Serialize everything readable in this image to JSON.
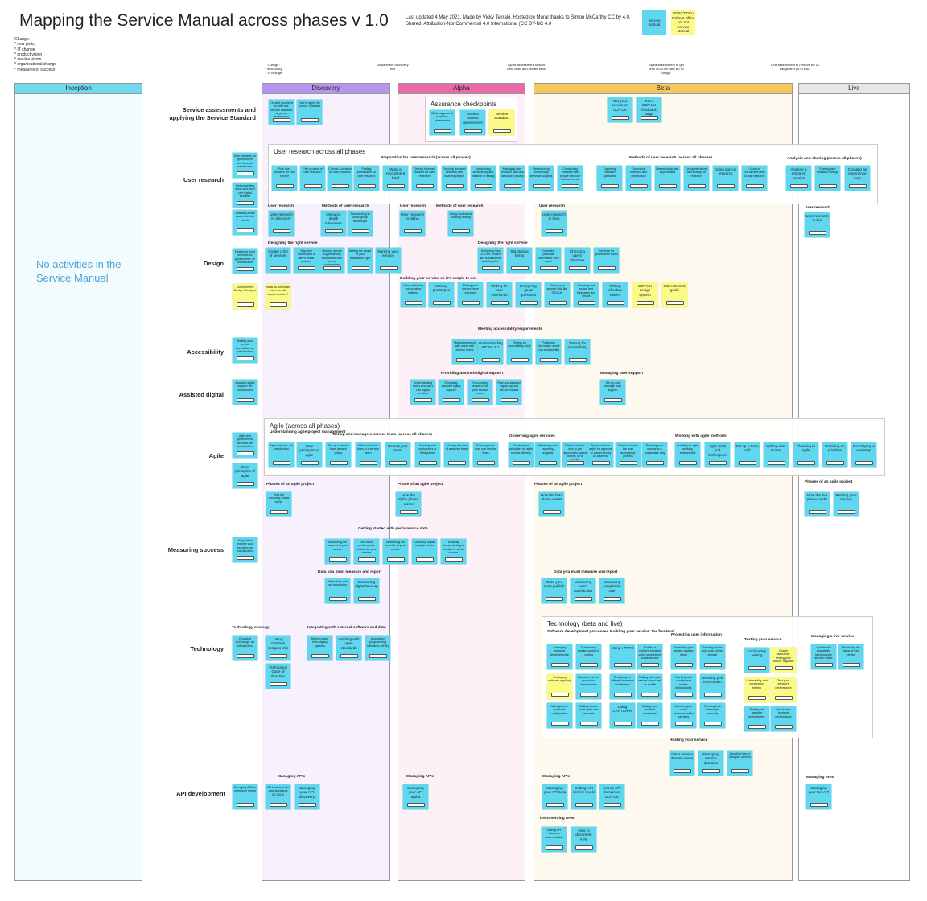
{
  "header": {
    "title": "Mapping the Service Manual across phases v 1.0",
    "meta": "Last updated 4 May 2021. Made by Vicky Teinaki. Hosted on Mural thanks to Simon McCarthy CC by 4.0. Shared: Attribution-NonCommercial 4.0 International (CC BY-NC 4.0",
    "legend_blue": "Service manual",
    "legend_yellow": "GDS/CDDO / Cabinet Office but not Service Manual",
    "change_notes": "Change:\n* new policy\n* IT change\n* product vision\n* service vision\n* organisational change\n* measures of success"
  },
  "gates": [
    "Change:\n* new policy\n* IT change",
    "Department discovery\nexit",
    "Alpha assessment to start\nbeta build and private beta",
    "Alpha assessment to get\nonto GOV.UK with BETA\nbadge",
    "Live assessment to remove BETA\nbadge and go to BAU"
  ],
  "phases": [
    {
      "name": "Inception",
      "color": "#6fd9ee"
    },
    {
      "name": "Discovery",
      "color": "#b894f1"
    },
    {
      "name": "Alpha",
      "color": "#e86aa6"
    },
    {
      "name": "Beta",
      "color": "#f4c85a"
    },
    {
      "name": "Live",
      "color": "#e6e6e6"
    }
  ],
  "inception_note": "No activities in the Service Manual",
  "rows": [
    "Service assessments and applying the Service Standard",
    "User research",
    "Design",
    "Accessibility",
    "Assisted digital",
    "Agile",
    "Measuring success",
    "Technology",
    "API development"
  ],
  "frames": [
    "Assurance checkpoints",
    "User research across all phases",
    "Agile (across all phases)",
    "Technology (beta and live)"
  ],
  "groups": [
    "Preparation for user research (across all phases)",
    "Methods of user research (across all phases)",
    "Analysis and sharing (across all phases)",
    "User research",
    "Methods of user research",
    "User research",
    "Methods of user research",
    "User research",
    "User research",
    "Designing the right service",
    "Designing the right service",
    "Building your service so it's simple to use",
    "Meeting accessibility requirements",
    "Providing assisted digital support",
    "Managing user support",
    "Understanding agile project management",
    "Set up and manage a service team (across all phases)",
    "Governing agile services",
    "Working with agile methods",
    "Phases of an agile project",
    "Phase of an agile project",
    "Phases of an agile project",
    "Phases of an agile project",
    "Getting started with performance data",
    "Data you must measure and report",
    "Data you must measure and report",
    "Technology strategy",
    "Integrating with external software and data",
    "Software development processes",
    "Building your service: the frontend",
    "Protecting user information",
    "Testing your service",
    "Managing a live service",
    "Hosting your service",
    "Managing APIs",
    "Managing APIs",
    "Managing APIs",
    "Managing APIs",
    "Documenting APIs"
  ],
  "stickies": [
    "Check if you need to meet the Service Standard or get an assessment",
    "How to apply the Service Standard",
    "What happens at a service assessment",
    "Book a service assessment",
    "Service Standard",
    "Get your service on GOV.UK",
    "Get a GOV.UK feedback page",
    "User research for government services: an introduction",
    "Understanding users who don't use digital services",
    "Learning about users and their needs",
    "Plan user research for your service",
    "Plan a round of user research",
    "Choose a location for user research",
    "Finding participants for user research",
    "Write a recruitment brief",
    "Getting informed consent for user research",
    "Running research sessions with disabled people",
    "Maintaining consistency and balance in testing",
    "Managing user research data and participant privacy",
    "Researching emotionally sensitive subjects",
    "Conducting research with people who use access needs",
    "Capturing research questions",
    "Contextual research and observation",
    "Researching user experiences",
    "Using interviews and surveys in research",
    "Doing pop-up research",
    "Using a recruitment brief to plan research",
    "Analyse a research session",
    "Sharing user research findings",
    "Creating an experience map",
    "User research in discovery",
    "Using in-depth interviews",
    "Researching in small group workshops",
    "User research in alpha",
    "Using moderated usability testing",
    "User research in beta",
    "User research in live",
    "Designing good services for government: an introduction",
    "Government Design Principles",
    "What do we mean when we talk about services?",
    "Create a list of services",
    "Map and understand a user's whole problem",
    "Working across organisational boundaries with service communities",
    "Setting the scope of your transaction right",
    "Naming your service",
    "Designing how GOV.UK content and transactions work together",
    "Structuring forms",
    "Collecting personal information from users",
    "Checking users' identities",
    "Services for government users",
    "Using sketching and creating patterns",
    "Making prototypes",
    "Making your service more inclusive",
    "Writing for user interfaces",
    "Designing good questions",
    "Making your service look like GOV.UK",
    "Planning and writing text messages and emails",
    "Writing effective letters",
    "GOV.UK design system",
    "GOV.UK style guide",
    "Making your service accessible: an introduction",
    "Making research with users with access needs",
    "Understanding WCAG 2.1",
    "Getting an accessibility audit",
    "Publishing information about your accessibility",
    "Testing for accessibility",
    "Assisted digital support: an introduction",
    "Understanding users who can't use digital services",
    "Designing assisted digital support",
    "Encouraging people to use your service online",
    "How and assisted digital support can be phased",
    "Set up and manage user support",
    "Agile and government services: an introduction",
    "Core principles of agile",
    "Agile methods: an introduction",
    "Core principles of agile",
    "Set up a service team at each phase",
    "What each role does in a service team",
    "Recruit your team",
    "Working with contractors or third parties",
    "Change the size of a service team",
    "Running more than one service team",
    "Governance principles for agile service delivery",
    "Measuring and reporting progress",
    "Spend controls: how to get approval to spend money on a service",
    "Spend controls: apply for approval to spend money on a service",
    "Spend controls: the user acceptance process",
    "Running your service to a sustainable way",
    "Creating an agile working environment",
    "Agile tools and techniques",
    "Set up a team wall",
    "Writing user stories",
    "Planning in agile",
    "Deciding on priorities",
    "Developing a roadmap",
    "How the discovery phase works",
    "How the alpha phase works",
    "How the beta phase works",
    "How the live phase works",
    "Retiring your service",
    "Using data to improve your services: an introduction",
    "Measuring the success of your service",
    "How to set performance metrics for your service",
    "Measuring the benefits of your service",
    "Choosing digital analytics tools",
    "Usability benchmarking a website or whole service",
    "Measuring cost per transaction",
    "Measuring digital take-up",
    "Data you must publish",
    "Measuring user satisfaction",
    "Measuring completion rate",
    "Choosing technology: an introduction",
    "Using common components",
    "Technology Code of Practice",
    "Moving away from legacy systems",
    "Working with open standards",
    "Application programming interfaces (APIs)",
    "Managing software dependencies",
    "Maintaining version control in coding",
    "Deploying software regularly",
    "Working in a pre-production environment",
    "Manage your software configuration",
    "Making source code open and reusable",
    "Using HTTPS",
    "Building a resilient frontend using progressive enhancement",
    "Designing for different browsers and devices",
    "Making sure your service works well on mobile",
    "Using CAPTCHAs",
    "Making your frontend accessible",
    "Protecting your service against fraud",
    "Sending emails from your service domain",
    "Working with cookies and similar technologies",
    "Securing your information",
    "Securing your cloud environment for services",
    "Sending bulk messages securely",
    "Exploratory testing",
    "Quality assurance: testing your service regularly",
    "Vulnerability and penetration testing",
    "Test your service's performance",
    "Testing with assistive technologies",
    "How to test frontend performance",
    "Uptime and availability: keeping your service online",
    "Monitoring the status of your service",
    "Get a service domain name",
    "Managing service domains",
    "Deciding how to host your service",
    "Managing APIs to meet user needs",
    "API technical and data standards (v2 2019)",
    "Managing your API discovery",
    "Managing your API alpha",
    "Managing your API beta",
    "Setting API service levels",
    "Get an API domain on GOV.UK",
    "Managing your live API",
    "Setting API reference documentation",
    "How to document APIs"
  ]
}
